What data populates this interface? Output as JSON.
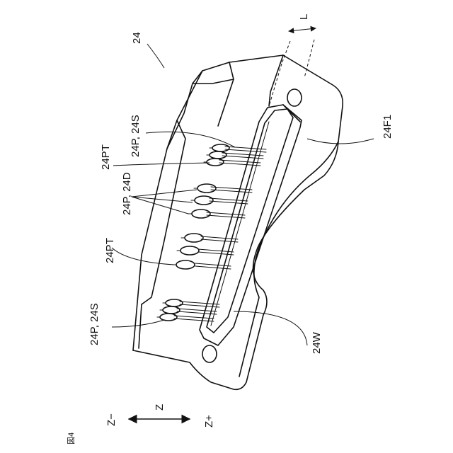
{
  "figure_label": "図4",
  "labels": {
    "ref_24": "24",
    "ref_L": "L",
    "ref_24F1": "24F1",
    "ref_24W": "24W",
    "ref_24P_24S_top": "24P, 24S",
    "ref_24PT_top": "24PT",
    "ref_24P_24D": "24P, 24D",
    "ref_24PT_mid": "24PT",
    "ref_24P_24S_bottom": "24P, 24S"
  },
  "axis": {
    "name": "Z",
    "minus": "Z−",
    "plus": "Z+"
  }
}
